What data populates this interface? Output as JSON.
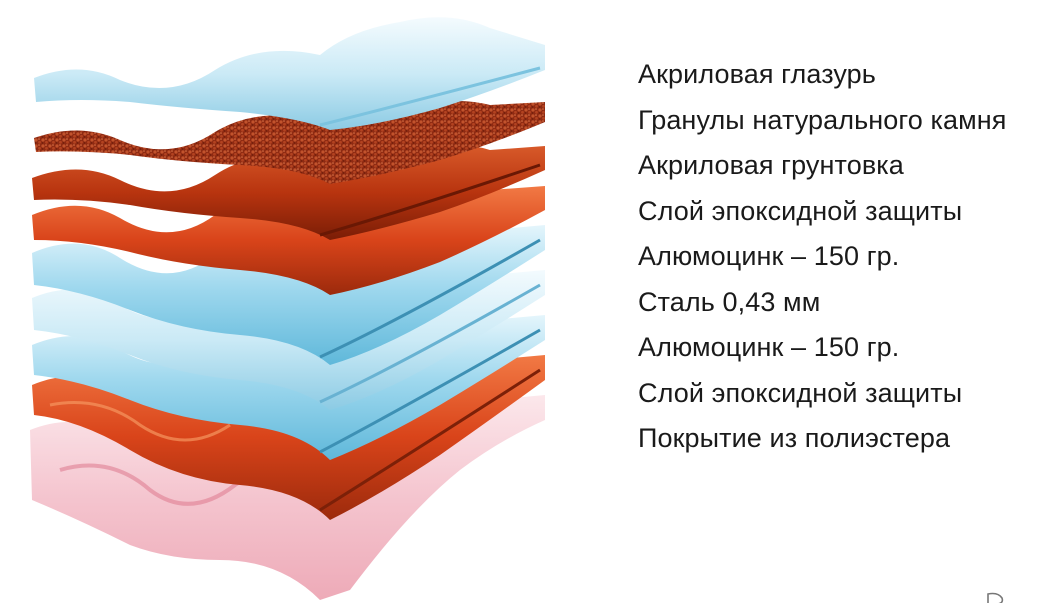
{
  "layers": [
    "Акриловая глазурь",
    "Гранулы натурального камня",
    "Акриловая грунтовка",
    "Слой эпоксидной защиты",
    "Алюмоцинк – 150 гр.",
    "Сталь 0,43 мм",
    "Алюмоцинк – 150 гр.",
    "Слой эпоксидной защиты",
    "Покрытие из полиэстера"
  ],
  "layer_colors": [
    "#8fd3ec",
    "#9a2e14",
    "#c93a12",
    "#e8511e",
    "#9dd4ea",
    "#d6eef8",
    "#9dd4ea",
    "#d8461a",
    "#f2b7c1"
  ]
}
